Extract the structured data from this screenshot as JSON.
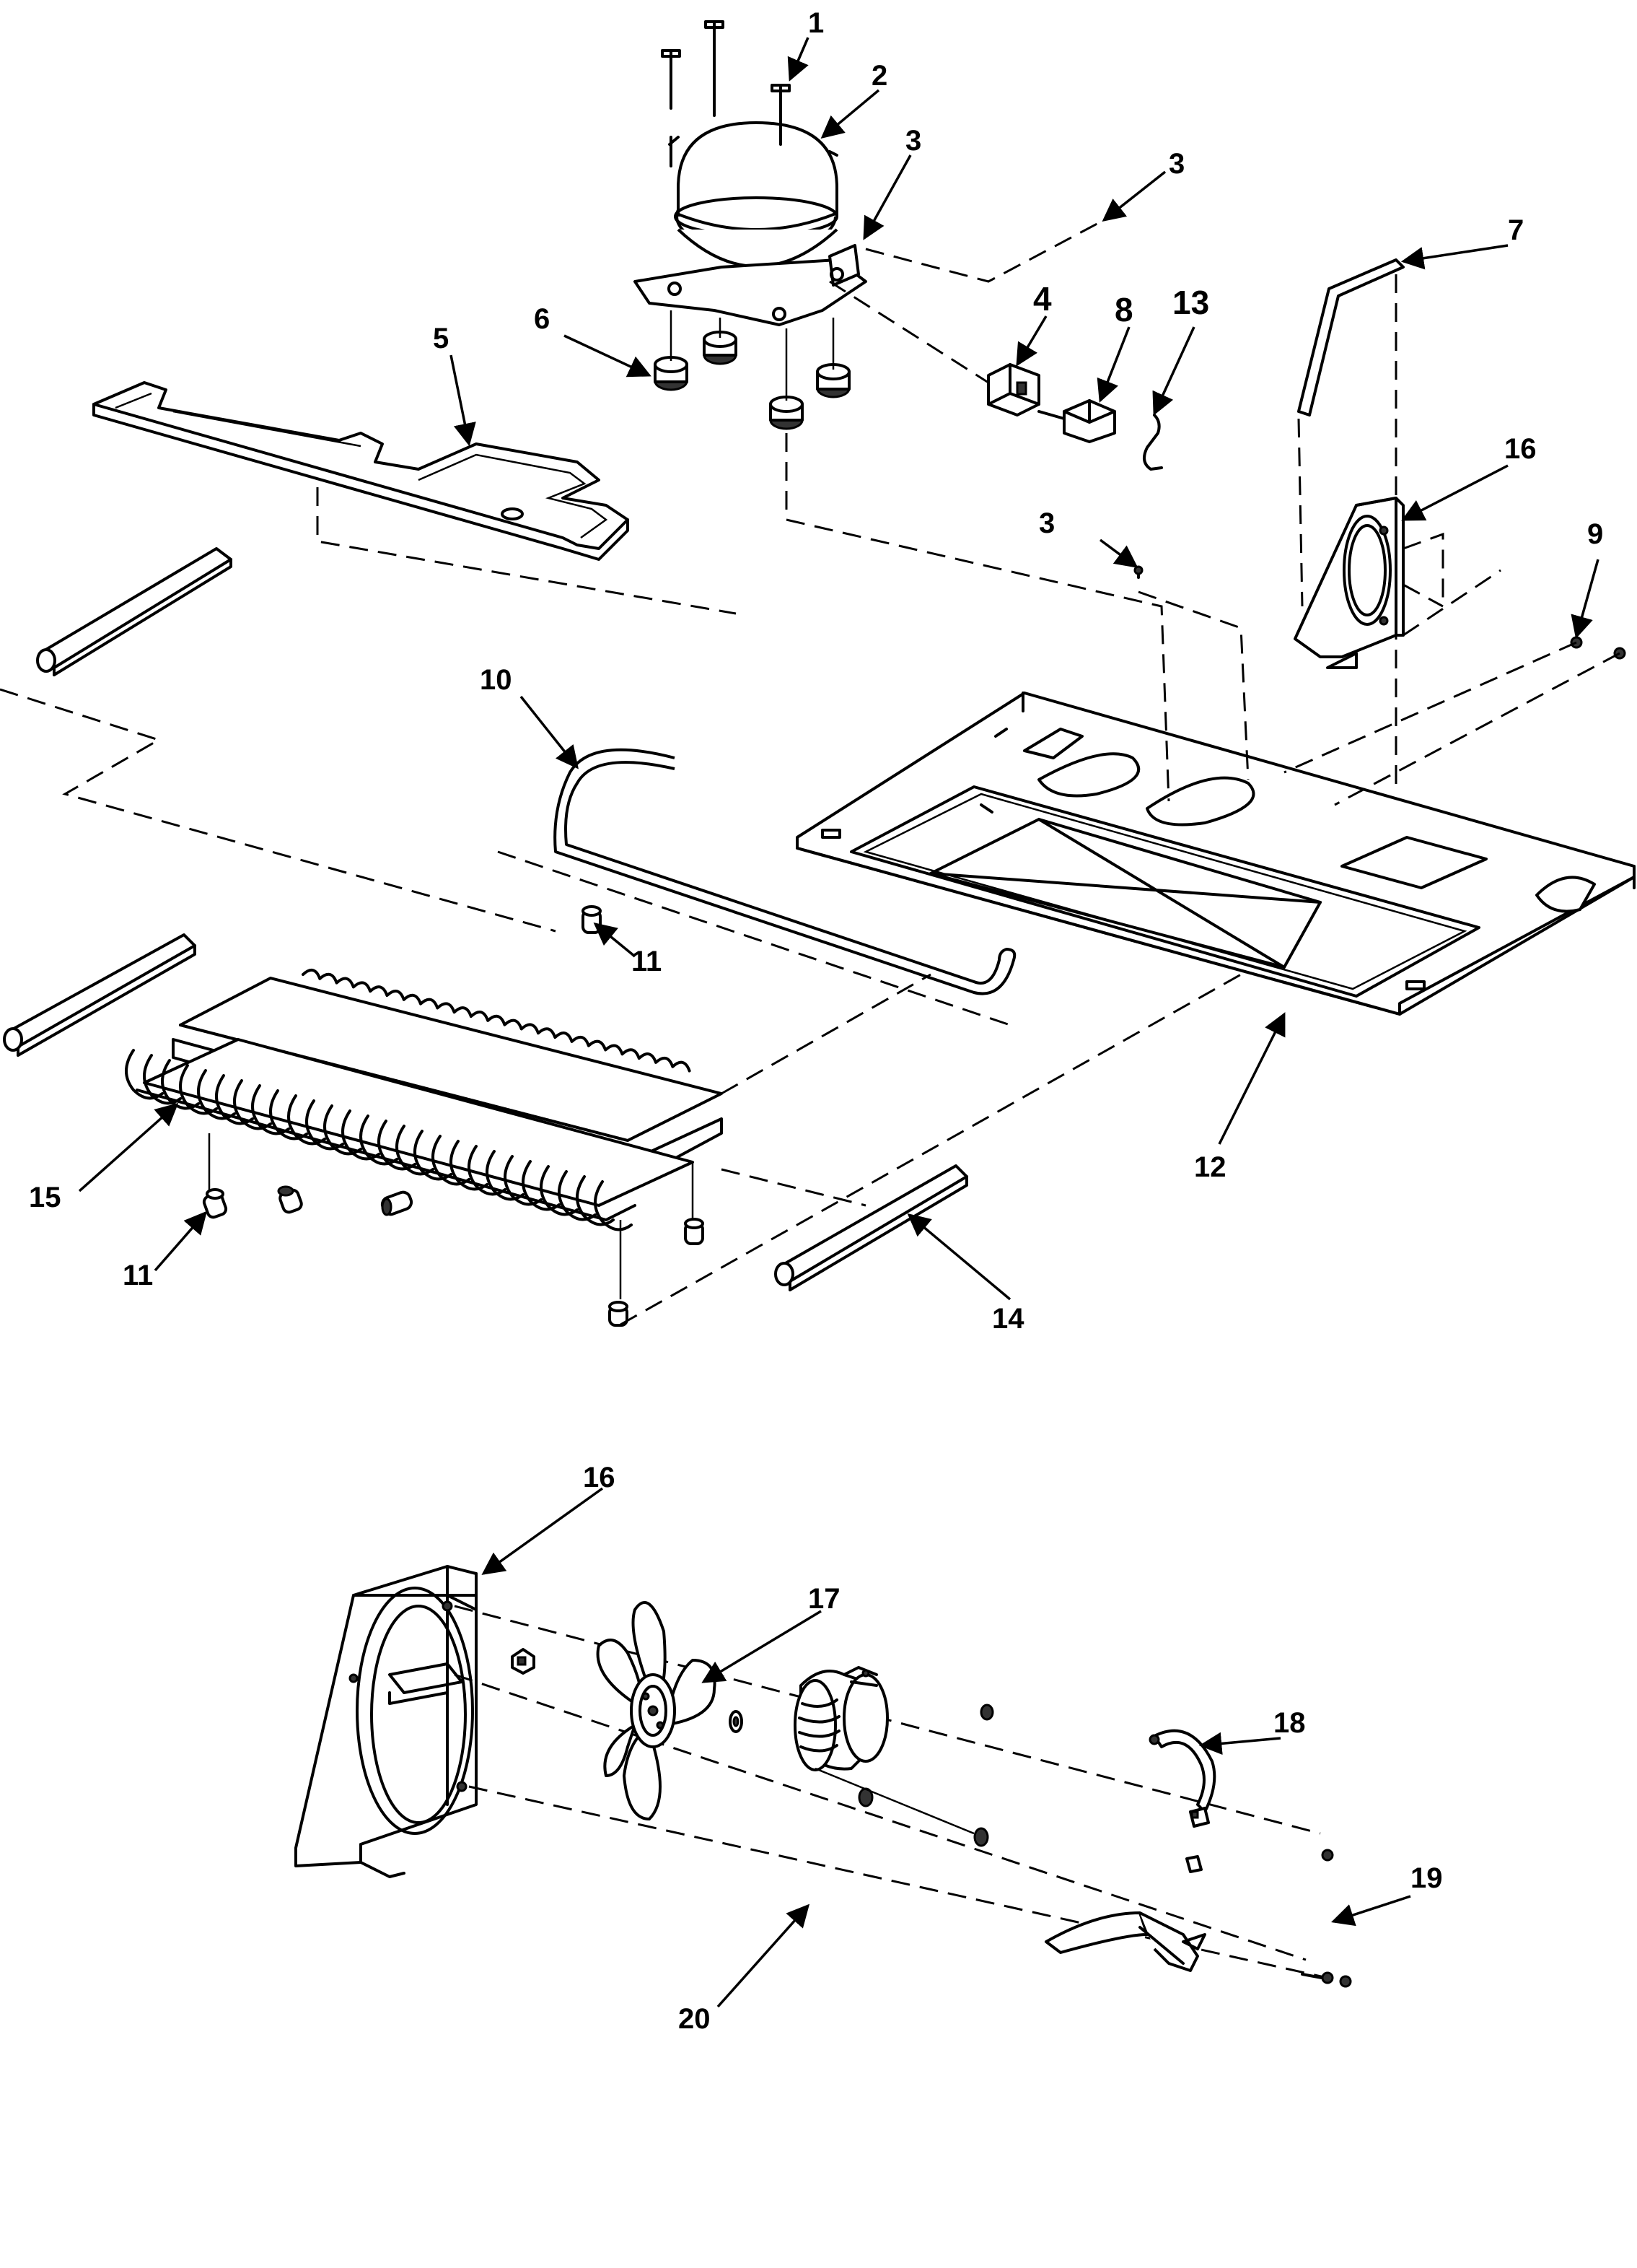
{
  "diagram": {
    "callouts": [
      {
        "id": "c1",
        "label": "1"
      },
      {
        "id": "c2",
        "label": "2"
      },
      {
        "id": "c3a",
        "label": "3"
      },
      {
        "id": "c3b",
        "label": "3"
      },
      {
        "id": "c3c",
        "label": "3"
      },
      {
        "id": "c4",
        "label": "4"
      },
      {
        "id": "c5",
        "label": "5"
      },
      {
        "id": "c6",
        "label": "6"
      },
      {
        "id": "c7",
        "label": "7"
      },
      {
        "id": "c8",
        "label": "8"
      },
      {
        "id": "c9",
        "label": "9"
      },
      {
        "id": "c10",
        "label": "10"
      },
      {
        "id": "c11a",
        "label": "11"
      },
      {
        "id": "c11b",
        "label": "11"
      },
      {
        "id": "c12",
        "label": "12"
      },
      {
        "id": "c13",
        "label": "13"
      },
      {
        "id": "c14",
        "label": "14"
      },
      {
        "id": "c15",
        "label": "15"
      },
      {
        "id": "c16a",
        "label": "16"
      },
      {
        "id": "c16b",
        "label": "16"
      },
      {
        "id": "c17",
        "label": "17"
      },
      {
        "id": "c18",
        "label": "18"
      },
      {
        "id": "c19",
        "label": "19"
      },
      {
        "id": "c20",
        "label": "20"
      }
    ]
  }
}
